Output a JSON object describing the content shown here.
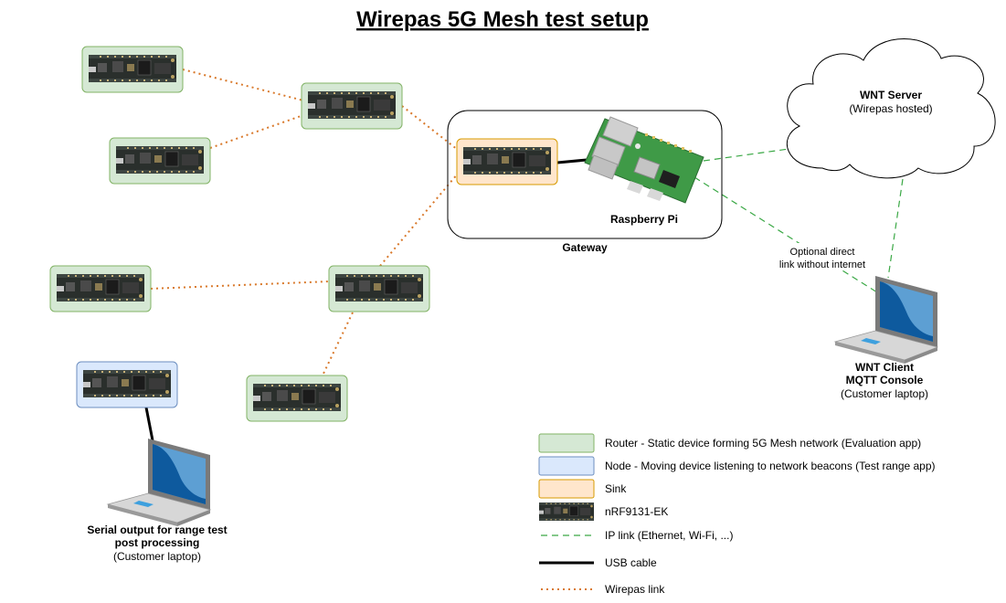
{
  "title": "Wirepas 5G Mesh test setup",
  "gateway": {
    "label": "Gateway",
    "rpi_label": "Raspberry Pi"
  },
  "server": {
    "name": "WNT Server",
    "sub": "(Wirepas hosted)"
  },
  "direct_link": {
    "line1": "Optional direct",
    "line2": "link without internet"
  },
  "client": {
    "line1": "WNT Client",
    "line2": "MQTT Console",
    "line3": "(Customer laptop)"
  },
  "serial": {
    "line1": "Serial output for range test",
    "line2": "post processing",
    "line3": "(Customer laptop)"
  },
  "colors": {
    "router_fill": "#d5e8d4",
    "router_stroke": "#82b366",
    "node_fill": "#dae8fc",
    "node_stroke": "#6c8ebf",
    "sink_fill": "#ffe6cc",
    "sink_stroke": "#d79b00",
    "wirepas_link": "#d9792b",
    "ip_link": "#3aa845",
    "usb_cable": "#000000"
  },
  "legend": {
    "router": "Router - Static device forming 5G Mesh network (Evaluation app)",
    "node": "Node - Moving device listening to network beacons (Test range app)",
    "sink": "Sink",
    "board": "nRF9131-EK",
    "ip_link": "IP link (Ethernet, Wi-Fi, ...)",
    "usb_cable": "USB cable",
    "wirepas_link": "Wirepas link"
  }
}
